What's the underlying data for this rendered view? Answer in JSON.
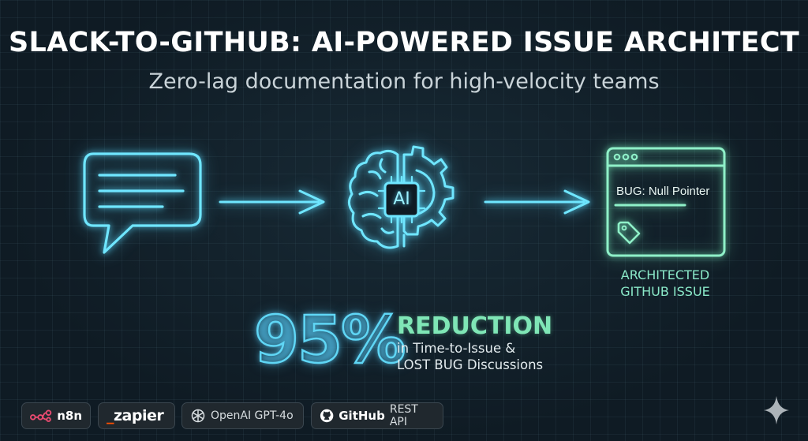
{
  "title": "SLACK-TO-GITHUB: AI-POWERED ISSUE ARCHITECT",
  "subtitle": "Zero-lag documentation for high-velocity teams",
  "flow": {
    "ai_label": "AI",
    "issue_text": "BUG: Null Pointer",
    "issue_caption_line1": "ARCHITECTED",
    "issue_caption_line2": "GITHUB ISSUE"
  },
  "stat": {
    "value": "95%",
    "headline": "REDUCTION",
    "line1": "in Time-to-Issue &",
    "line2": "LOST BUG Discussions"
  },
  "badges": {
    "n8n": "n8n",
    "zapier": "_zapier",
    "openai": "OpenAI GPT-4o",
    "github_bold": "GitHub",
    "github_rest": "REST API"
  },
  "colors": {
    "background": "#0f1b24",
    "accent_cyan": "#5fd6f5",
    "accent_green": "#7fe6b6",
    "zapier_orange": "#ff4f00",
    "n8n_pink": "#ea4b71"
  },
  "icons": [
    "chat-bubble-icon",
    "arrow-right-icon",
    "ai-brain-gear-icon",
    "browser-window-icon",
    "tag-icon",
    "n8n-logo-icon",
    "openai-logo-icon",
    "github-logo-icon",
    "sparkle-icon"
  ]
}
